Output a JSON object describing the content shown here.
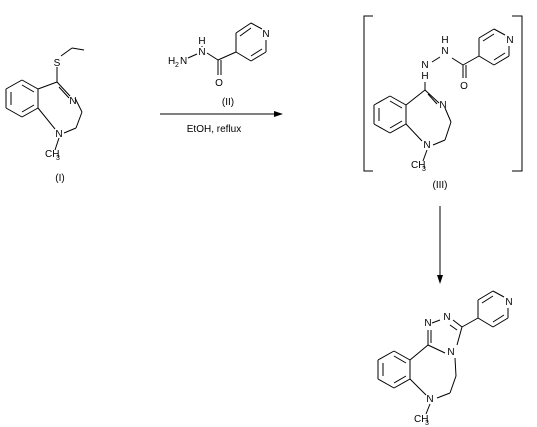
{
  "compounds": {
    "c1": {
      "label": "(I)",
      "atoms": {
        "S": "S",
        "N_imine": "N",
        "N_amine": "N",
        "methyl_C": "CH",
        "methyl_sub": "3"
      }
    },
    "c2": {
      "label": "(II)",
      "atoms": {
        "H": "H",
        "N_term": "N",
        "H2": "H",
        "H2_sub": "2",
        "N_hydrazine": "N",
        "O": "O",
        "N_pyr": "N"
      }
    },
    "c3": {
      "label": "(III)",
      "atoms": {
        "N_py": "N",
        "H_a": "H",
        "N_a": "N",
        "N_b": "N",
        "H_b": "H",
        "O": "O",
        "N_ring": "N",
        "N_amine": "N",
        "methyl_C": "CH",
        "methyl_sub": "3"
      }
    },
    "c4": {
      "atoms": {
        "N1": "N",
        "N2": "N",
        "N3": "N",
        "N_py": "N",
        "N_amine": "N",
        "methyl_C": "CH",
        "methyl_sub": "3"
      }
    }
  },
  "reaction": {
    "reagent_label": "(II)",
    "conditions": "EtOH, reflux"
  }
}
